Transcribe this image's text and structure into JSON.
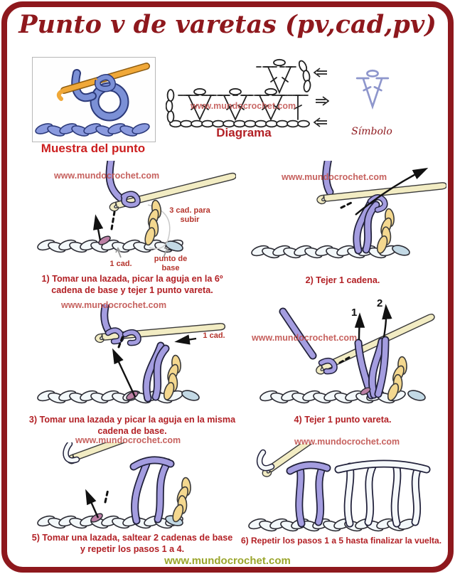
{
  "title": "Punto v de varetas (pv,cad,pv)",
  "watermark": "www.mundocrochet.com",
  "footer": {
    "url": "www.mundocrochet.com"
  },
  "sample": {
    "label": "Muestra del punto"
  },
  "diagram": {
    "label": "Diagrama",
    "watermark": "www.mundocrochet.com"
  },
  "symbol": {
    "label": "Símbolo"
  },
  "steps": [
    {
      "watermark": "www.mundocrochet.com",
      "caption": "1) Tomar una lazada, picar la aguja en la 6º cadena de base y tejer 1 punto vareta.",
      "annotations": {
        "turning": "3 cad. para subir",
        "chain": "1 cad.",
        "base": "punto de base"
      }
    },
    {
      "watermark": "www.mundocrochet.com",
      "caption": "2) Tejer 1 cadena."
    },
    {
      "watermark": "www.mundocrochet.com",
      "caption": "3) Tomar una lazada y picar la aguja en la misma cadena de base.",
      "annotations": {
        "chain": "1 cad."
      }
    },
    {
      "watermark": "www.mundocrochet.com",
      "caption": "4) Tejer 1 punto vareta.",
      "annotations": {
        "first": "1",
        "second": "2"
      }
    },
    {
      "watermark": "www.mundocrochet.com",
      "caption": "5) Tomar una lazada, saltear 2 cadenas de base y repetir los pasos 1 a 4."
    },
    {
      "watermark": "www.mundocrochet.com",
      "caption": "6) Repetir los pasos 1 a 5 hasta finalizar la vuelta."
    }
  ],
  "colors": {
    "border_red": "#8e181d",
    "caption_red": "#b22025",
    "watermark_red": "#c0504d",
    "footer_olive": "#9aa52b",
    "yarn_purple": "#a49de0",
    "hook_tan": "#f2ecc3",
    "chain_yellow": "#f4d88f",
    "stitch_pink": "#bb7fa4",
    "stitch_blue": "#c3d9e5",
    "symbol_periwinkle": "#8e96cc"
  }
}
